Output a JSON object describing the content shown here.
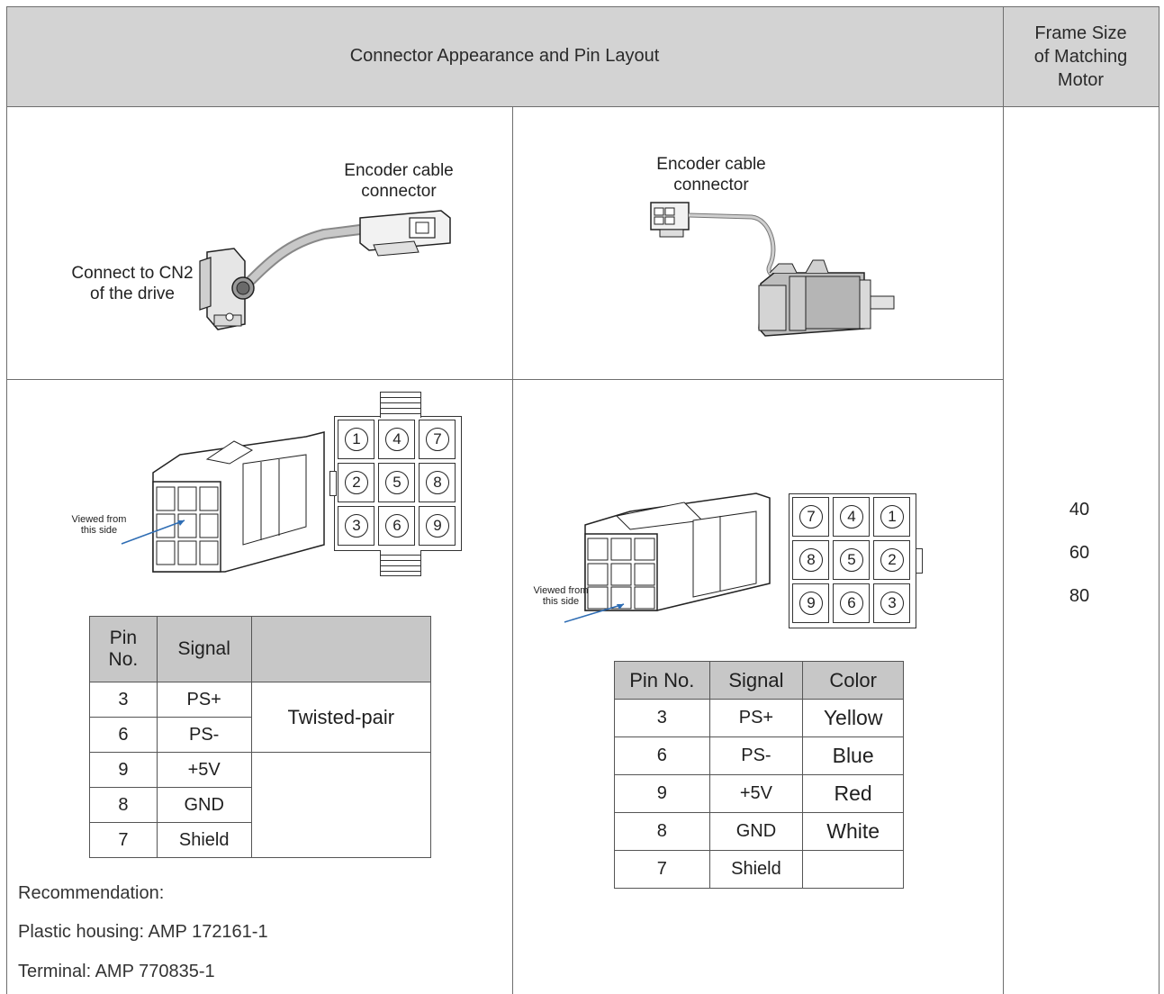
{
  "header": {
    "title": "Connector Appearance and Pin Layout",
    "frame_label": "Frame Size\nof Matching\nMotor"
  },
  "top_left": {
    "encoder_label": "Encoder cable\nconnector",
    "drive_label": "Connect to CN2\nof the drive"
  },
  "top_right": {
    "encoder_label": "Encoder cable\nconnector"
  },
  "left_pin_layout": {
    "viewed_label": "Viewed from\nthis side",
    "pin_grid": [
      [
        "1",
        "4",
        "7"
      ],
      [
        "2",
        "5",
        "8"
      ],
      [
        "3",
        "6",
        "9"
      ]
    ]
  },
  "right_pin_layout": {
    "viewed_label": "Viewed from\nthis side",
    "pin_grid": [
      [
        "7",
        "4",
        "1"
      ],
      [
        "8",
        "5",
        "2"
      ],
      [
        "9",
        "6",
        "3"
      ]
    ]
  },
  "left_table": {
    "headers": [
      "Pin\nNo.",
      "Signal",
      ""
    ],
    "rows": [
      [
        "3",
        "PS+"
      ],
      [
        "6",
        "PS-"
      ],
      [
        "9",
        "+5V"
      ],
      [
        "8",
        "GND"
      ],
      [
        "7",
        "Shield"
      ]
    ],
    "twisted_pair": "Twisted-pair"
  },
  "right_table": {
    "headers": [
      "Pin No.",
      "Signal",
      "Color"
    ],
    "rows": [
      [
        "3",
        "PS+",
        "Yellow"
      ],
      [
        "6",
        "PS-",
        "Blue"
      ],
      [
        "9",
        "+5V",
        "Red"
      ],
      [
        "8",
        "GND",
        "White"
      ],
      [
        "7",
        "Shield",
        ""
      ]
    ]
  },
  "recommendation": {
    "title": "Recommendation:",
    "housing": "Plastic housing: AMP 172161-1",
    "terminal": "Terminal: AMP 770835-1"
  },
  "frame_sizes": [
    "40",
    "60",
    "80"
  ]
}
